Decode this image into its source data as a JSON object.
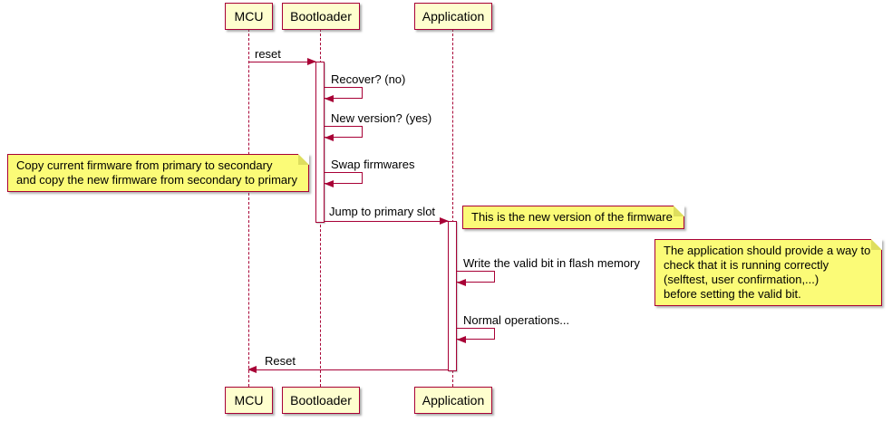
{
  "diagram": {
    "participants": [
      {
        "name": "MCU"
      },
      {
        "name": "Bootloader"
      },
      {
        "name": "Application"
      }
    ],
    "messages": {
      "reset": "reset",
      "recover": "Recover? (no)",
      "new_version": "New version? (yes)",
      "swap": "Swap firmwares",
      "jump": "Jump to primary slot",
      "write_valid": "Write the valid bit in flash memory",
      "normal_ops": "Normal operations...",
      "reset_back": "Reset"
    },
    "notes": {
      "swap_note": "Copy current firmware from primary to secondary\nand copy the new firmware from secondary to primary",
      "new_version_note": "This is the new version of the firmware",
      "valid_bit_note": "The application should provide a way to\ncheck that it is running correctly\n(selftest, user confirmation,...)\nbefore setting the valid bit."
    },
    "colors": {
      "participant_fill": "#FEFECE",
      "note_fill": "#FBFB77",
      "line_color": "#A80036",
      "text_color": "#000000"
    }
  }
}
